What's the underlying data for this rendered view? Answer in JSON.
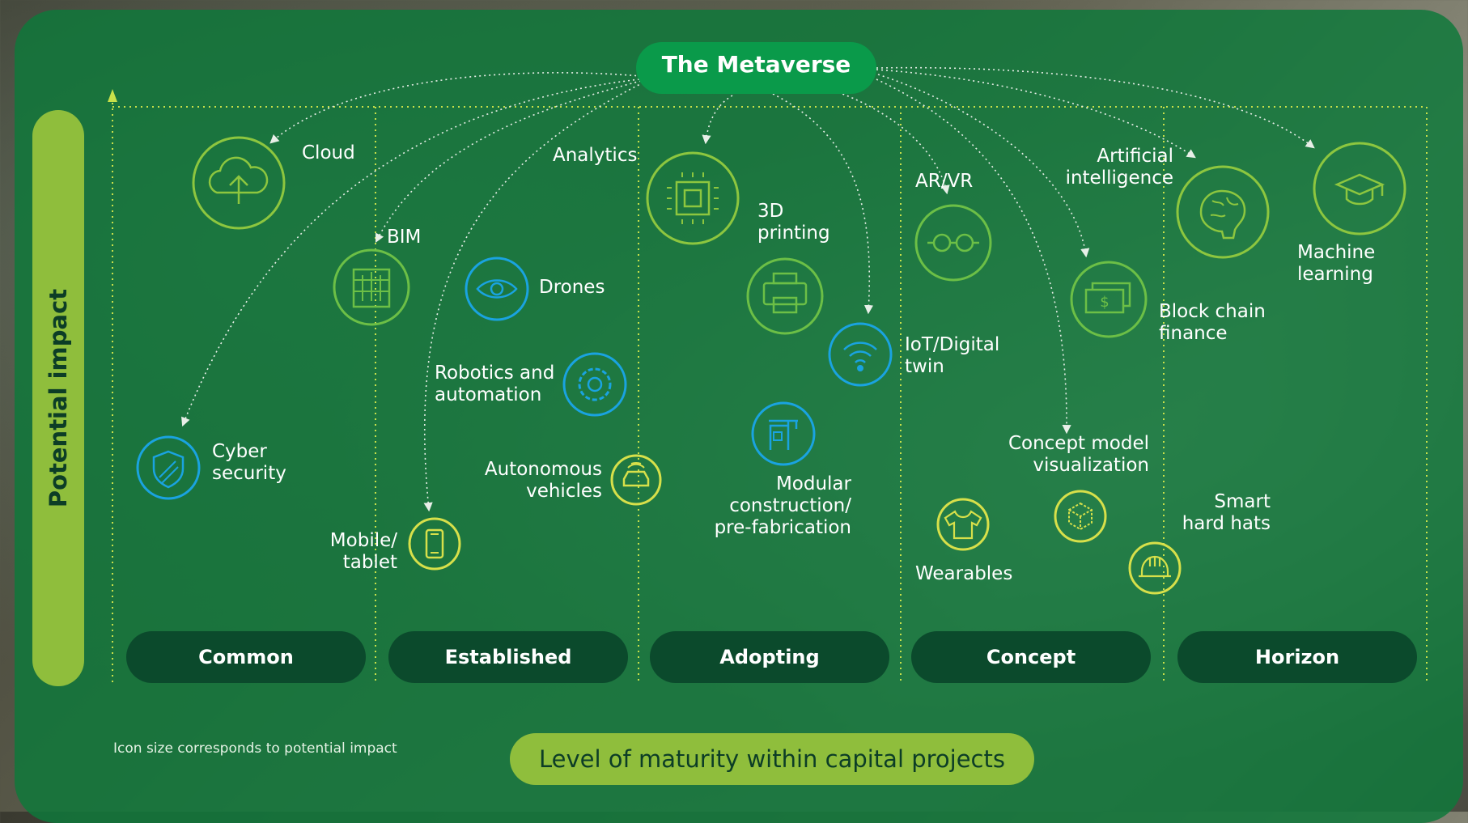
{
  "title": "The Metaverse",
  "y_axis_label": "Potential impact",
  "x_axis_label": "Level of maturity within capital projects",
  "note": "Icon size corresponds to potential impact",
  "categories": [
    "Common",
    "Established",
    "Adopting",
    "Concept",
    "Horizon"
  ],
  "colors": {
    "panel": "#0e783a",
    "lime": "#8fbe3c",
    "green_icon": "#8dc63f",
    "blue_icon": "#1aa3e0",
    "yellow_icon": "#d7e04a",
    "dark_pill": "#0b4a2c"
  },
  "technologies": [
    {
      "label": "Cloud",
      "icon": "cloud-upload-icon",
      "color": "green",
      "linked": true
    },
    {
      "label": "Cyber\nsecurity",
      "icon": "shield-icon",
      "color": "blue",
      "linked": true
    },
    {
      "label": "BIM",
      "icon": "building-icon",
      "color": "green",
      "linked": true
    },
    {
      "label": "Mobile/\ntablet",
      "icon": "mobile-phone-icon",
      "color": "yellow",
      "linked": true
    },
    {
      "label": "Analytics",
      "icon": "",
      "color": "green",
      "linked": false
    },
    {
      "label": "Drones",
      "icon": "eye-icon",
      "color": "blue",
      "linked": false
    },
    {
      "label": "Robotics and\nautomation",
      "icon": "gear-icon",
      "color": "blue",
      "linked": false
    },
    {
      "label": "Autonomous\nvehicles",
      "icon": "car-icon",
      "color": "yellow",
      "linked": false
    },
    {
      "label": "3D\nprinting",
      "icon": "chip-icon",
      "color": "green",
      "linked": true
    },
    {
      "label": "",
      "icon": "printer-icon",
      "color": "green",
      "linked": false
    },
    {
      "label": "IoT/Digital\ntwin",
      "icon": "wifi-icon",
      "color": "blue",
      "linked": true
    },
    {
      "label": "Modular\nconstruction/\npre-fabrication",
      "icon": "crane-icon",
      "color": "blue",
      "linked": false
    },
    {
      "label": "AR/VR",
      "icon": "glasses-icon",
      "color": "green",
      "linked": true
    },
    {
      "label": "Wearables",
      "icon": "tshirt-icon",
      "color": "yellow",
      "linked": false
    },
    {
      "label": "Block chain\nfinance",
      "icon": "money-icon",
      "color": "green",
      "linked": true
    },
    {
      "label": "Concept model\nvisualization",
      "icon": "cube-icon",
      "color": "yellow",
      "linked": true
    },
    {
      "label": "Artificial\nintelligence",
      "icon": "brain-icon",
      "color": "green",
      "linked": true
    },
    {
      "label": "Smart\nhard hats",
      "icon": "hard-hat-icon",
      "color": "yellow",
      "linked": false
    },
    {
      "label": "Machine\nlearning",
      "icon": "graduation-cap-icon",
      "color": "green",
      "linked": true
    }
  ]
}
